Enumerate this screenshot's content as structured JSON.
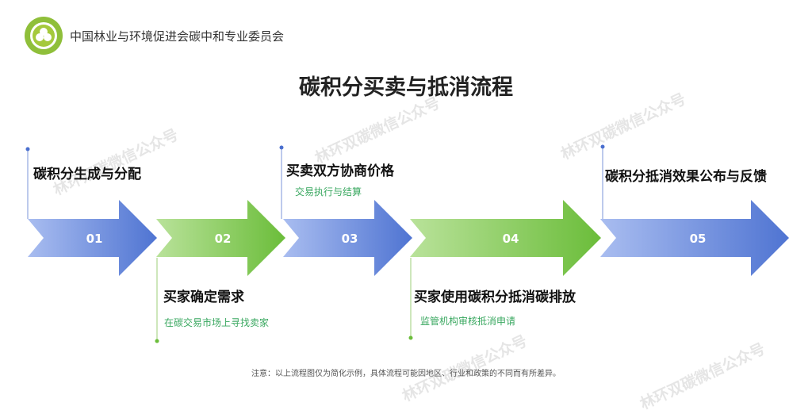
{
  "header": {
    "org_name": "中国林业与环境促进会碳中和专业委员会"
  },
  "title": "碳积分买卖与抵消流程",
  "steps": [
    {
      "num": "01",
      "label": "碳积分生成与分配",
      "sub": ""
    },
    {
      "num": "02",
      "label": "买家确定需求",
      "sub": "在碳交易市场上寻找卖家"
    },
    {
      "num": "03",
      "label": "买卖双方协商价格",
      "sub": "交易执行与结算"
    },
    {
      "num": "04",
      "label": "买家使用碳积分抵消碳排放",
      "sub": "监管机构审核抵消申请"
    },
    {
      "num": "05",
      "label": "碳积分抵消效果公布与反馈",
      "sub": ""
    }
  ],
  "note": "注意：以上流程图仅为简化示例，具体流程可能因地区、行业和政策的不同而有所差异。",
  "watermark": "林环双碳微信公众号",
  "colors": {
    "blue": "#5b7fd6",
    "green": "#72c043",
    "sub_text": "#3aa860"
  }
}
